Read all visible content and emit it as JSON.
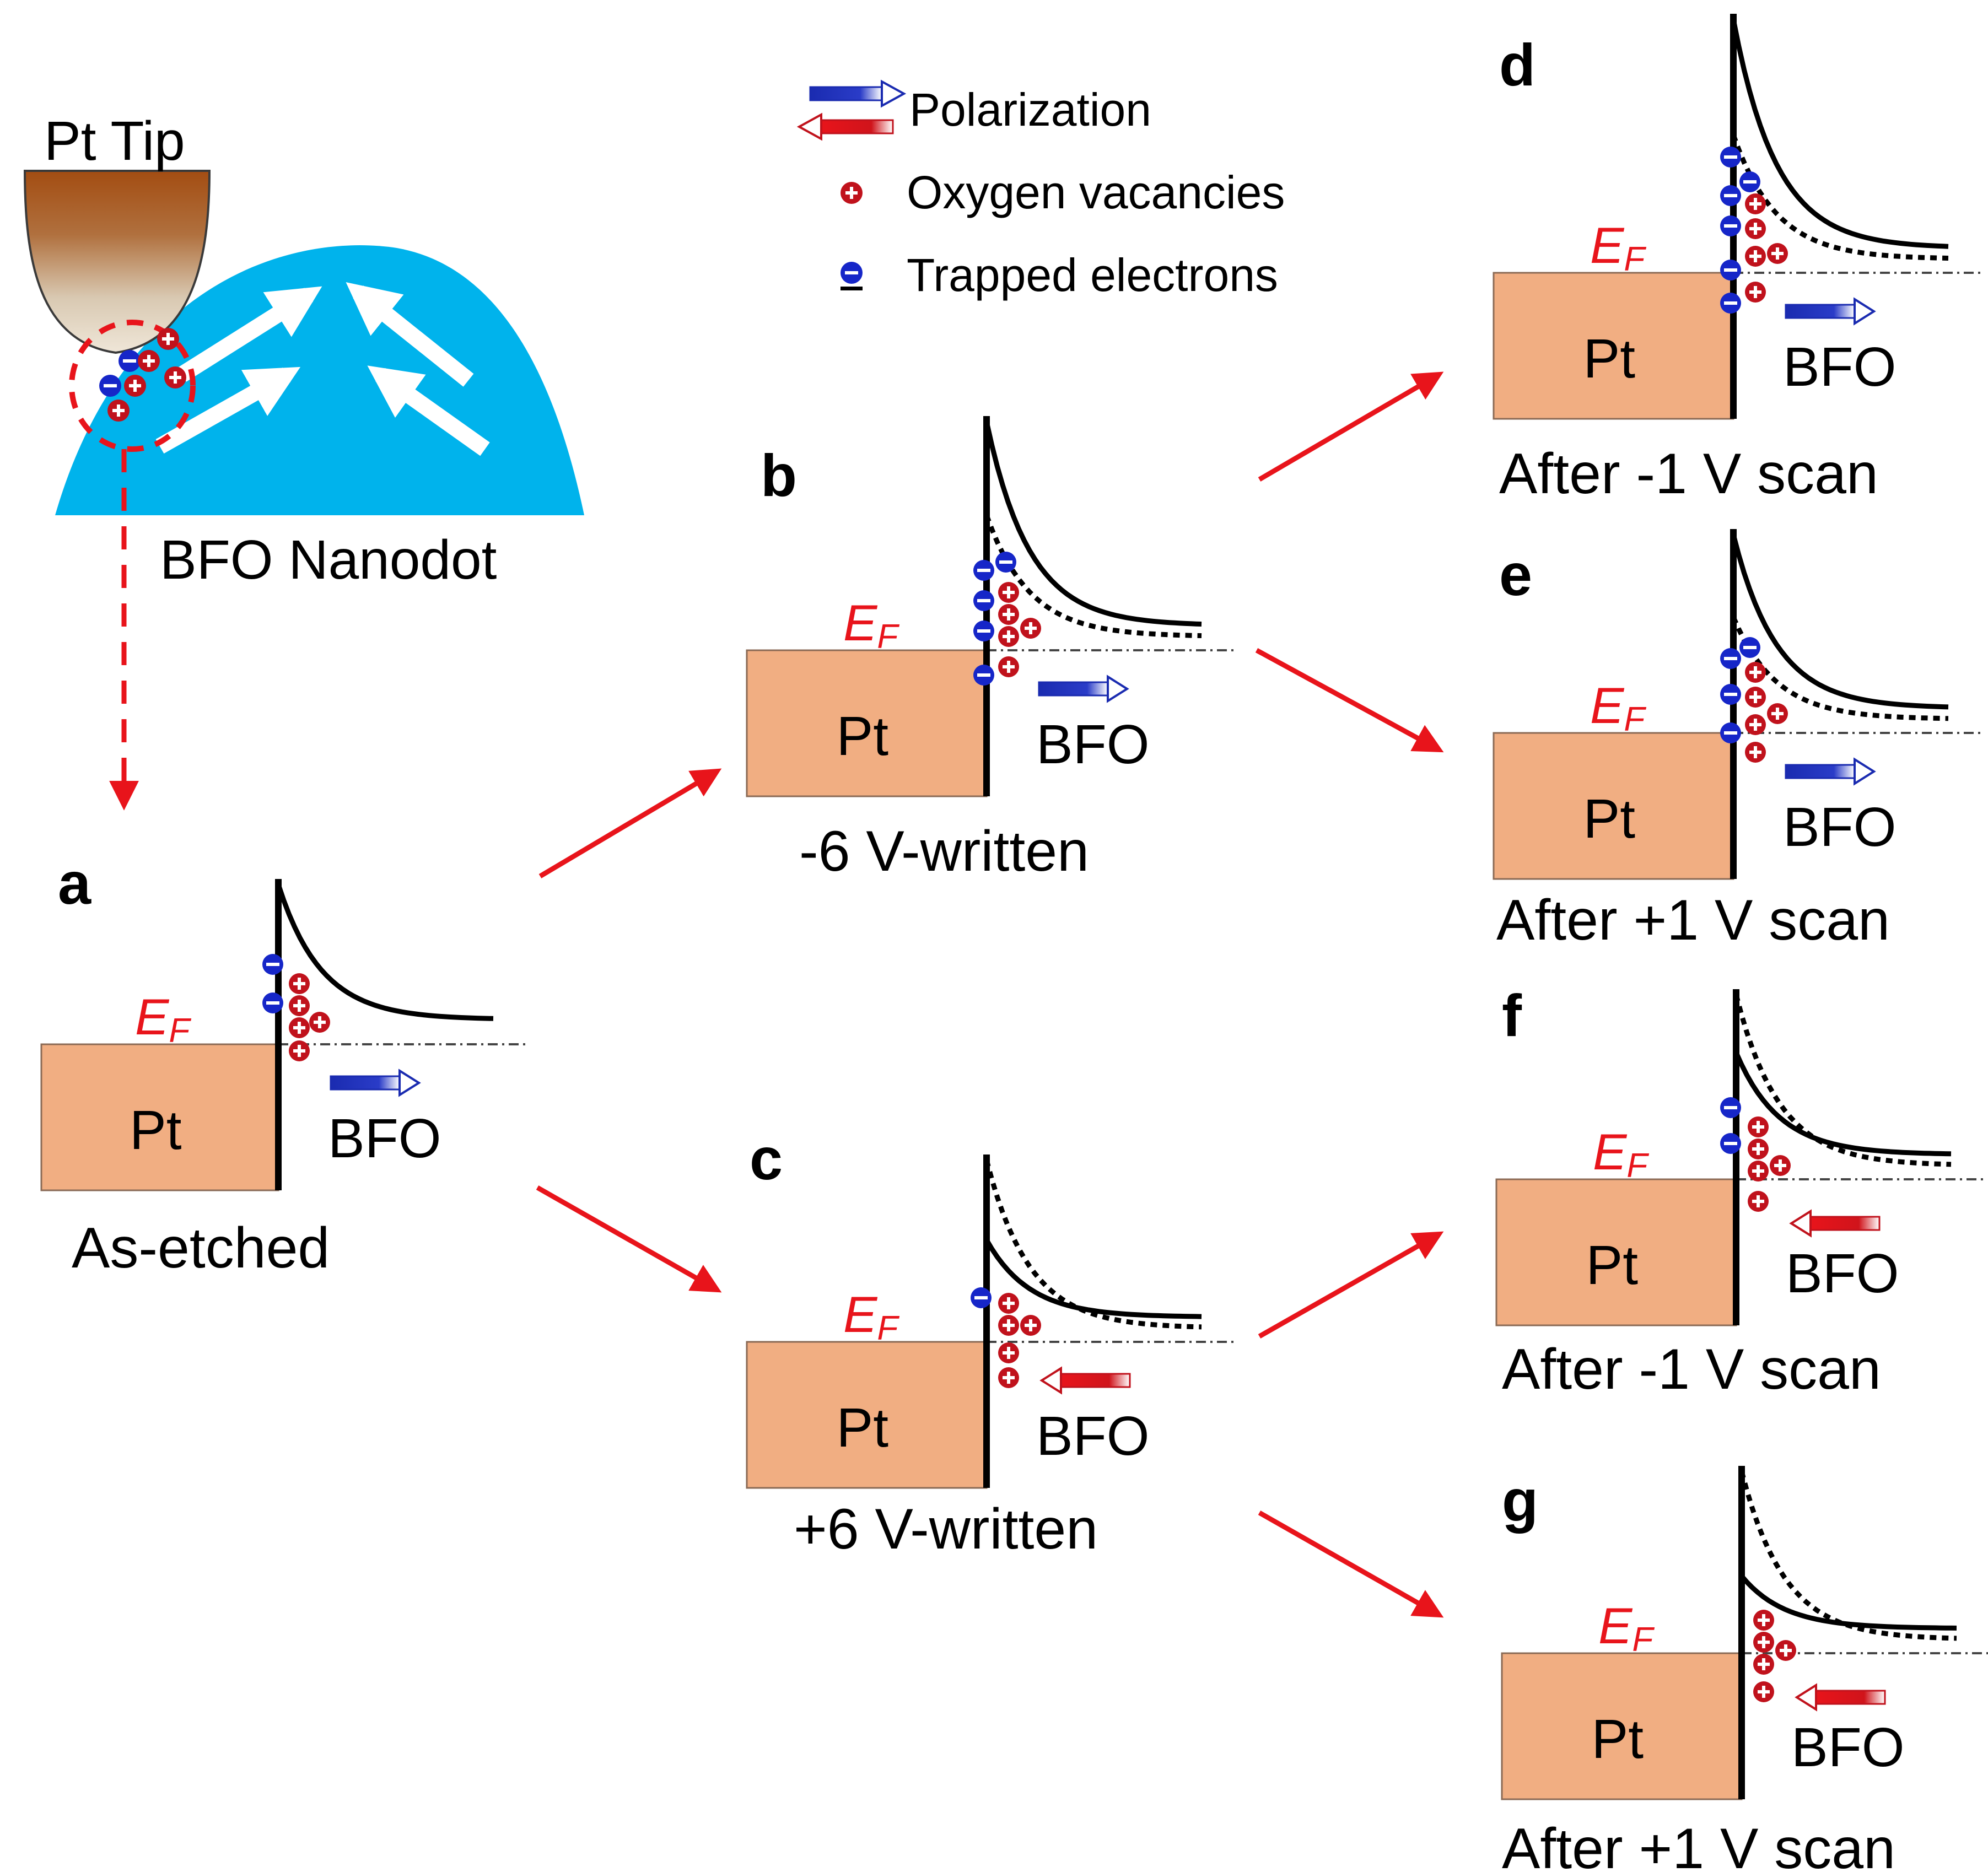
{
  "colors": {
    "pt_fill": "#f1ae82",
    "bfo_dot": "#00b3ec",
    "ef_color": "#e8141b",
    "arrow_red": "#e8141b",
    "polar_blue": "#1a2bb0",
    "vacancy_red": "#c0121c",
    "electron_blue": "#1626c8"
  },
  "tip": {
    "tip_label": "Pt Tip",
    "nanodot_label": "BFO Nanodot"
  },
  "legend": {
    "polarization": "Polarization",
    "vacancies": "Oxygen vacancies",
    "electrons": "Trapped electrons"
  },
  "common": {
    "ef_main": "E",
    "ef_sub": "F",
    "metal": "Pt",
    "oxide": "BFO"
  },
  "panels": [
    {
      "id": "a",
      "letter": "a",
      "caption": "As-etched",
      "polarization": "right"
    },
    {
      "id": "b",
      "letter": "b",
      "caption": "-6 V-written",
      "polarization": "right"
    },
    {
      "id": "c",
      "letter": "c",
      "caption": "+6 V-written",
      "polarization": "left"
    },
    {
      "id": "d",
      "letter": "d",
      "caption": "After -1 V scan",
      "polarization": "right"
    },
    {
      "id": "e",
      "letter": "e",
      "caption": "After +1 V scan",
      "polarization": "right"
    },
    {
      "id": "f",
      "letter": "f",
      "caption": "After -1 V scan",
      "polarization": "left"
    },
    {
      "id": "g",
      "letter": "g",
      "caption": "After +1 V scan",
      "polarization": "left"
    }
  ]
}
